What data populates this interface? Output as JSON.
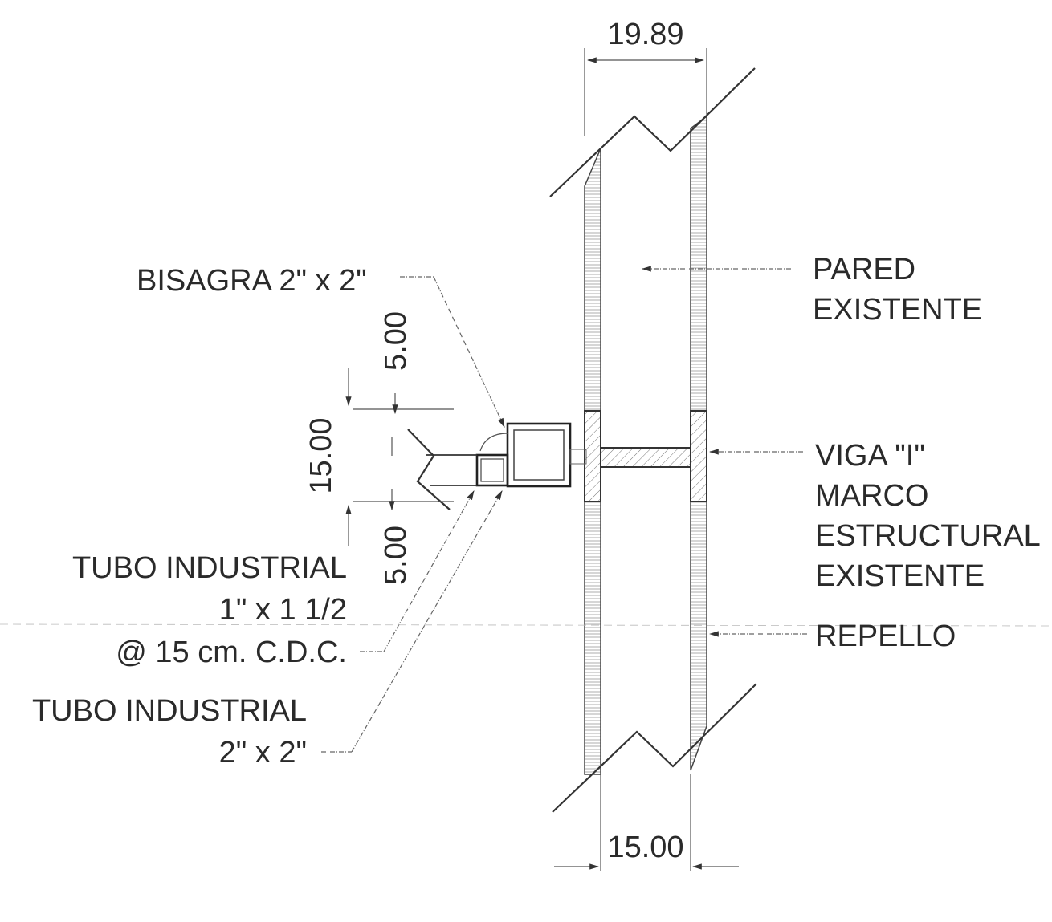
{
  "dimensions": {
    "top_width": "19.89",
    "bottom_width": "15.00",
    "left_total": "15.00",
    "left_top": "5.00",
    "left_bottom": "5.00"
  },
  "labels": {
    "bisagra": "BISAGRA 2\" x 2\"",
    "pared_line1": "PARED",
    "pared_line2": "EXISTENTE",
    "viga_line1": "VIGA \"I\"",
    "viga_line2": "MARCO",
    "viga_line3": "ESTRUCTURAL",
    "viga_line4": "EXISTENTE",
    "repello": "REPELLO",
    "tubo1_line1": "TUBO INDUSTRIAL",
    "tubo1_line2": "1\" x 1 1/2",
    "tubo1_line3": "@ 15 cm. C.D.C.",
    "tubo2_line1": "TUBO INDUSTRIAL",
    "tubo2_line2": "2\" x 2\""
  }
}
